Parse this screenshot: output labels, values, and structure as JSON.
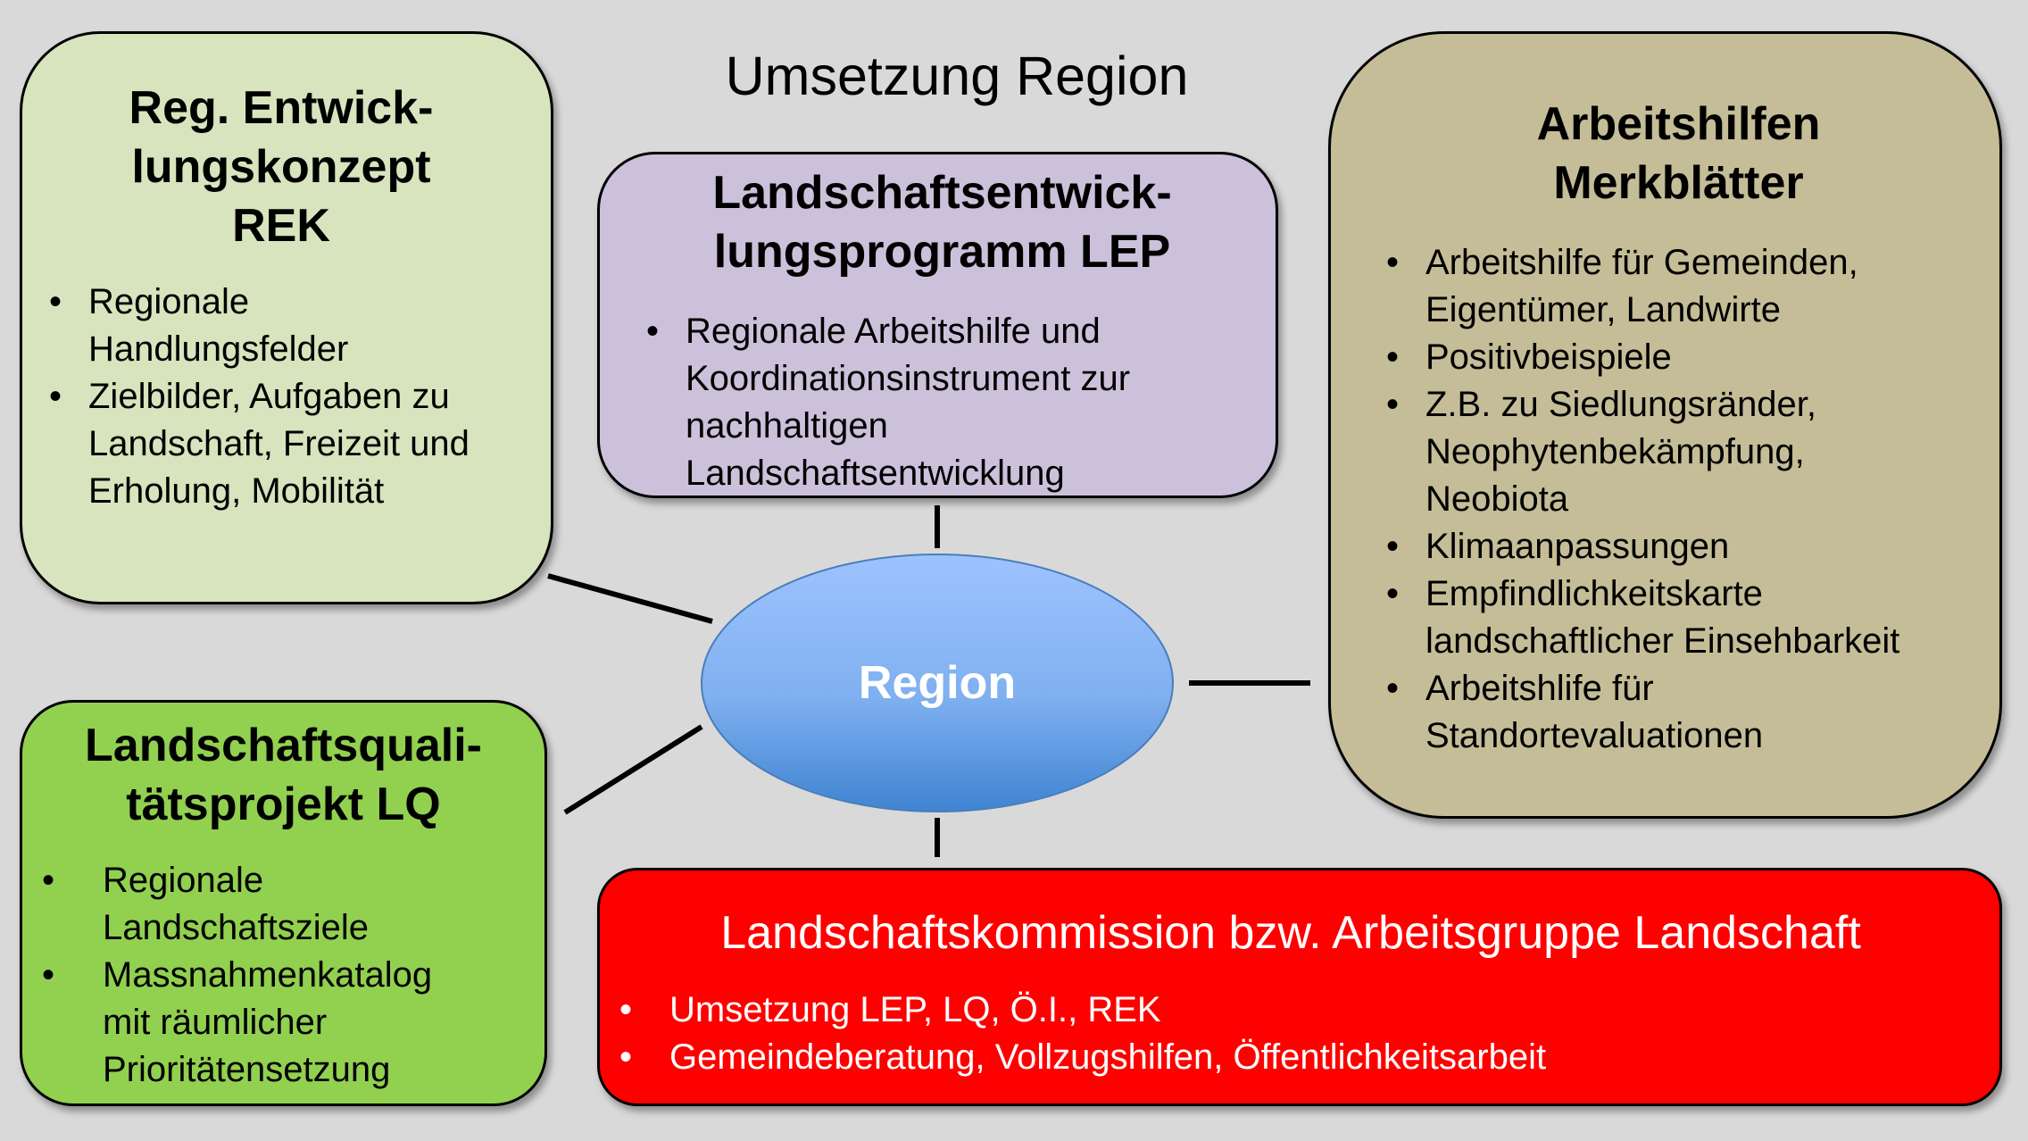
{
  "title": "Umsetzung Region",
  "center": {
    "label": "Region"
  },
  "rek": {
    "heading": [
      "Reg. Entwick-",
      "lungskonzept",
      "REK"
    ],
    "items": [
      "Regionale Handlungsfelder",
      "Zielbilder, Aufgaben zu Landschaft, Freizeit und Erholung, Mobilität"
    ]
  },
  "lep": {
    "heading": [
      "Landschaftsentwick-",
      "lungsprogramm LEP"
    ],
    "items": [
      "Regionale Arbeitshilfe und Koordinationsinstrument zur nachhaltigen Landschaftsentwicklung"
    ]
  },
  "arbeitshilfen": {
    "heading": [
      "Arbeitshilfen",
      "Merkblätter"
    ],
    "items": [
      "Arbeitshilfe für Gemeinden, Eigentümer, Landwirte",
      "Positivbeispiele",
      "Z.B. zu Siedlungsränder, Neophytenbekämpfung, Neobiota",
      "Klimaanpassungen",
      "Empfindlichkeitskarte landschaftlicher Einsehbarkeit",
      "Arbeitshlife für Standortevaluationen"
    ]
  },
  "lq": {
    "heading": [
      "Landschaftsquali-",
      "tätsprojekt LQ"
    ],
    "items": [
      "Regionale Landschaftsziele",
      "Massnahmenkatalog mit räumlicher Prioritätensetzung"
    ]
  },
  "kommission": {
    "heading": "Landschaftskommission bzw. Arbeitsgruppe Landschaft",
    "items": [
      "Umsetzung LEP, LQ, Ö.I., REK",
      "Gemeindeberatung, Vollzugshilfen, Öffentlichkeitsarbeit"
    ]
  },
  "colors": {
    "rek": "#d7e4bd",
    "lep": "#ccc1da",
    "arbeitshilfen": "#c4bd97",
    "lq": "#92d050",
    "kommission": "#ff0000"
  }
}
